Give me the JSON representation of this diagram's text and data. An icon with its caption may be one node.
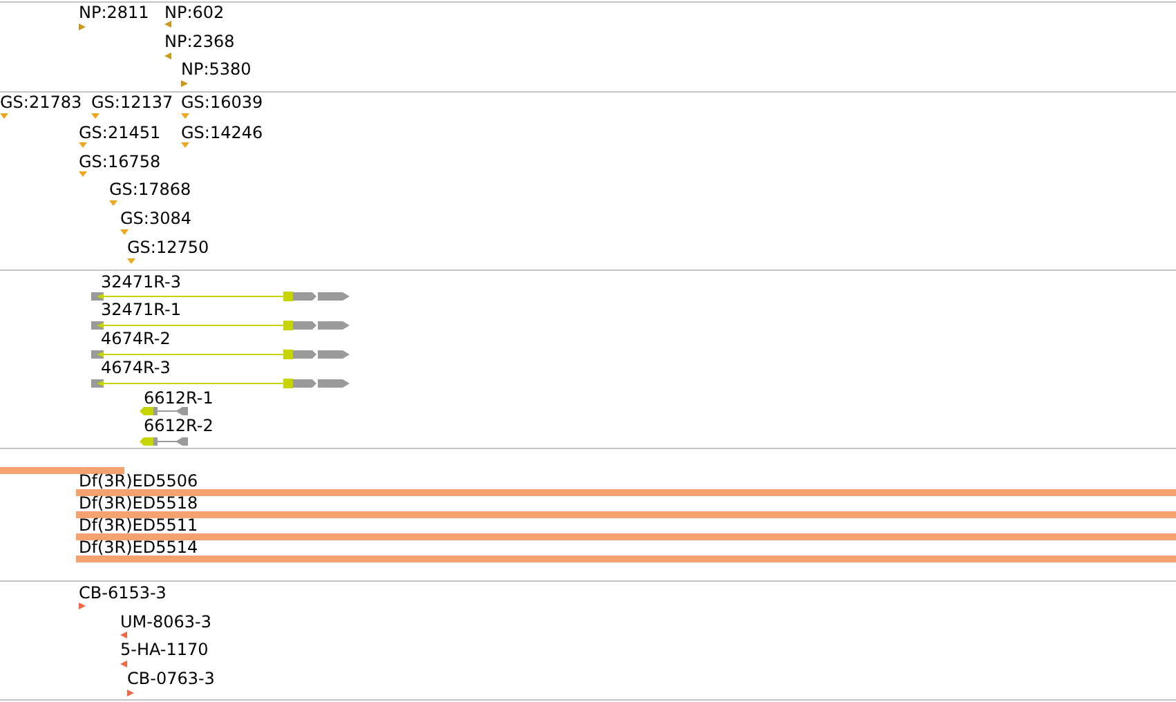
{
  "diagram": {
    "labels": [
      "NP:2811",
      "NP:602",
      "NP:2368",
      "NP:5380",
      "GS:21783",
      "GS:12137",
      "GS:16039",
      "GS:21451",
      "GS:14246",
      "GS:16758",
      "GS:17868",
      "GS:3084",
      "GS:12750",
      "32471R-3",
      "32471R-1",
      "4674R-2",
      "4674R-3",
      "6612R-1",
      "6612R-2",
      "Df(3R)ED5506",
      "Df(3R)ED5518",
      "Df(3R)ED5511",
      "Df(3R)ED5514",
      "CB-6153-3",
      "UM-8063-3",
      "5-HA-1170",
      "CB-0763-3"
    ]
  }
}
